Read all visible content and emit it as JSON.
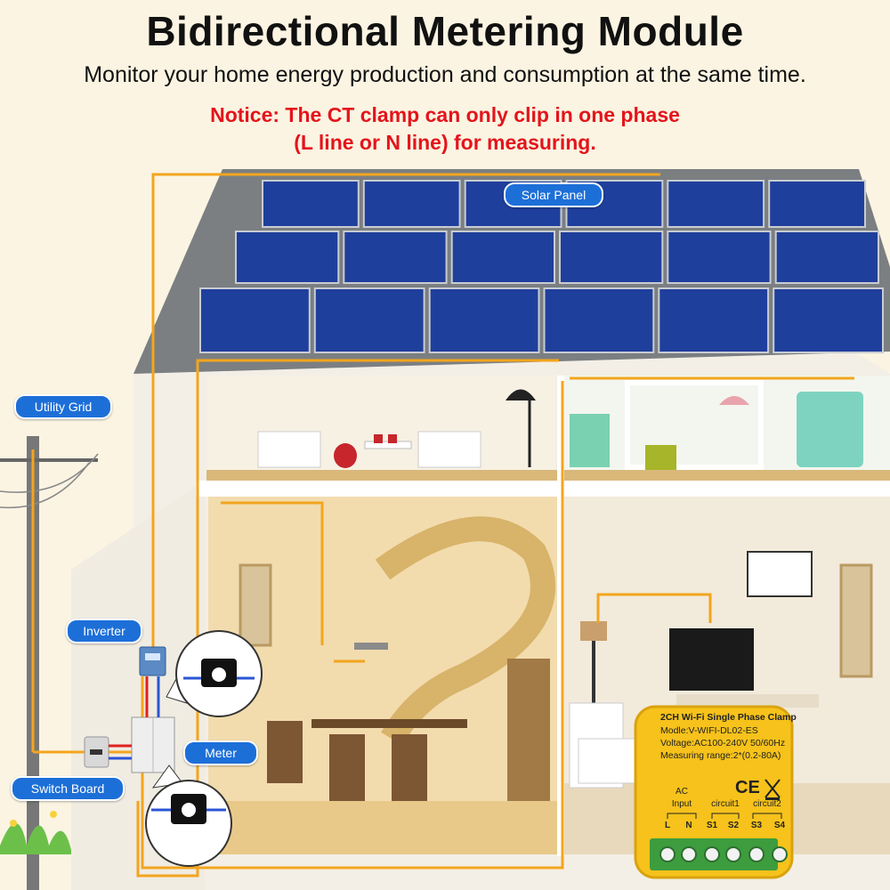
{
  "header": {
    "title": "Bidirectional Metering Module",
    "subtitle": "Monitor your home energy production and consumption at the same time.",
    "notice_line1": "Notice: The CT clamp can only clip in one phase",
    "notice_line2": "(L line or N line) for measuring."
  },
  "labels": {
    "solar_panel": "Solar Panel",
    "utility_grid": "Utility Grid",
    "inverter": "Inverter",
    "meter": "Meter",
    "switch_board": "Switch Board"
  },
  "module": {
    "title": "2CH Wi-Fi Single Phase Clamp",
    "model": "Modle:V-WIFI-DL02-ES",
    "voltage": "Voltage:AC100-240V 50/60Hz",
    "range": "Measuring range:2*(0.2-80A)",
    "ce_mark": "CE",
    "ac_label": "AC",
    "input_label": "Input",
    "circuit1_label": "circuit1",
    "circuit2_label": "circuit2",
    "terminals": [
      "L",
      "N",
      "S1",
      "S2",
      "S3",
      "S4"
    ]
  },
  "colors": {
    "wire_orange": "#f3a51d",
    "label_blue": "#1d6fd8",
    "notice_red": "#e4141c",
    "panel_blue": "#1f3f9c",
    "module_yellow": "#f6c21b"
  }
}
